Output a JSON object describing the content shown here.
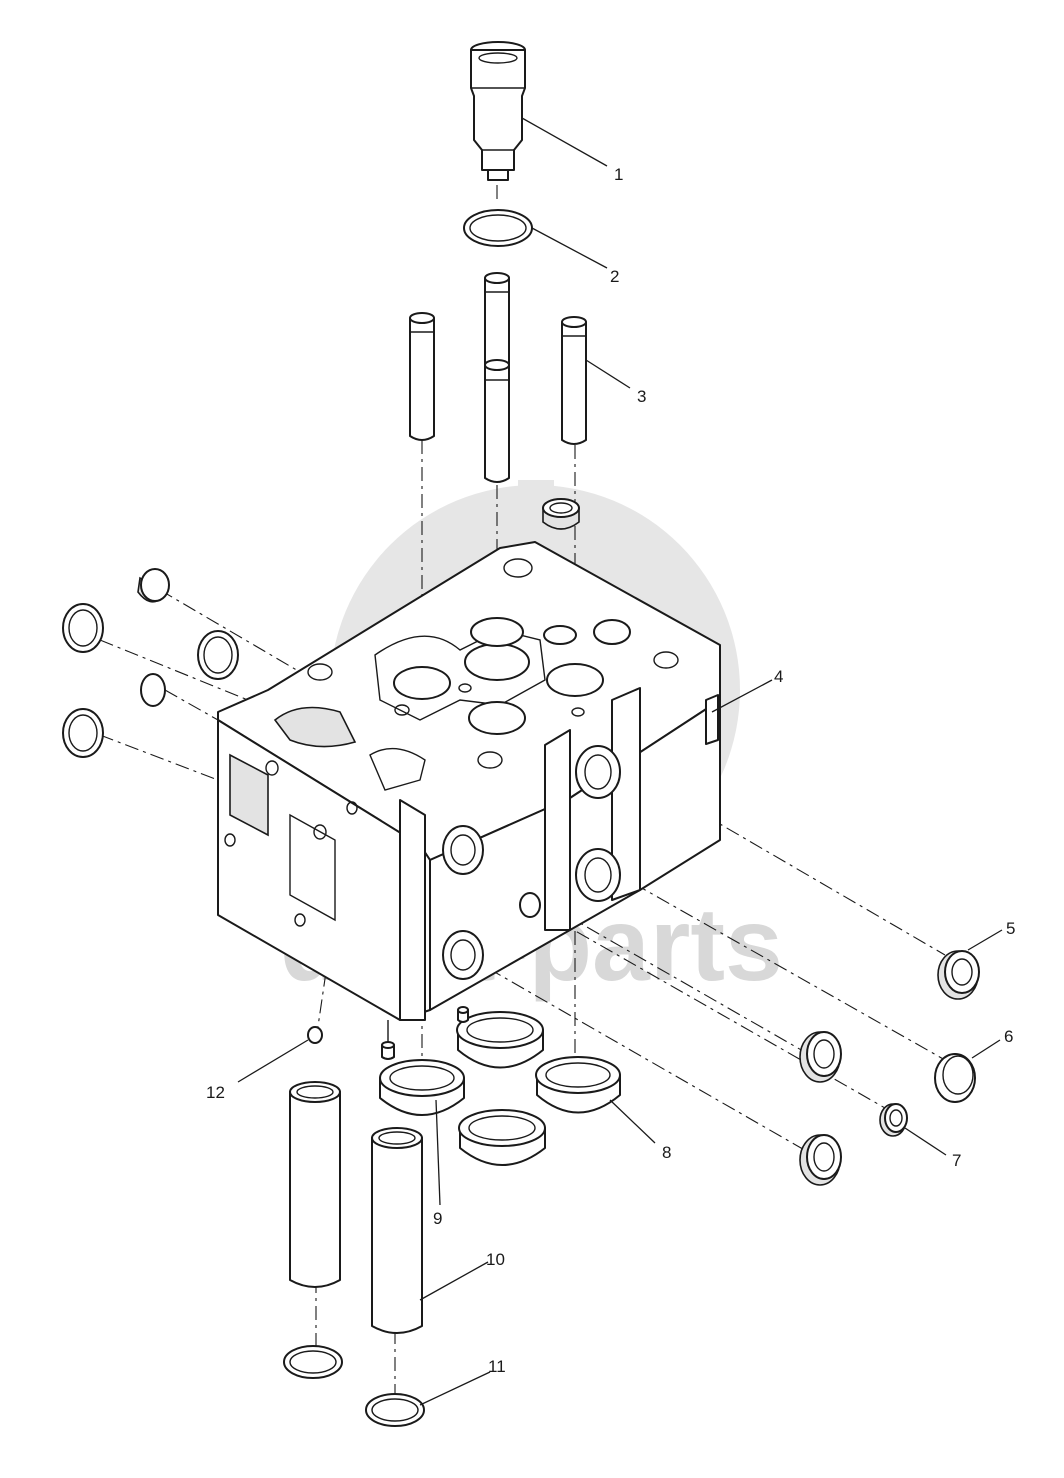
{
  "watermark": {
    "text": "data-parts",
    "color": "#d4d4d4"
  },
  "callouts": [
    {
      "id": "1",
      "label": "1"
    },
    {
      "id": "2",
      "label": "2"
    },
    {
      "id": "3",
      "label": "3"
    },
    {
      "id": "4",
      "label": "4"
    },
    {
      "id": "5",
      "label": "5"
    },
    {
      "id": "6",
      "label": "6"
    },
    {
      "id": "7",
      "label": "7"
    },
    {
      "id": "8",
      "label": "8"
    },
    {
      "id": "9",
      "label": "9"
    },
    {
      "id": "10",
      "label": "10"
    },
    {
      "id": "11",
      "label": "11"
    },
    {
      "id": "12",
      "label": "12"
    }
  ],
  "colors": {
    "line": "#1a1a1a",
    "background": "#ffffff",
    "shade": "#e3e3e3"
  }
}
